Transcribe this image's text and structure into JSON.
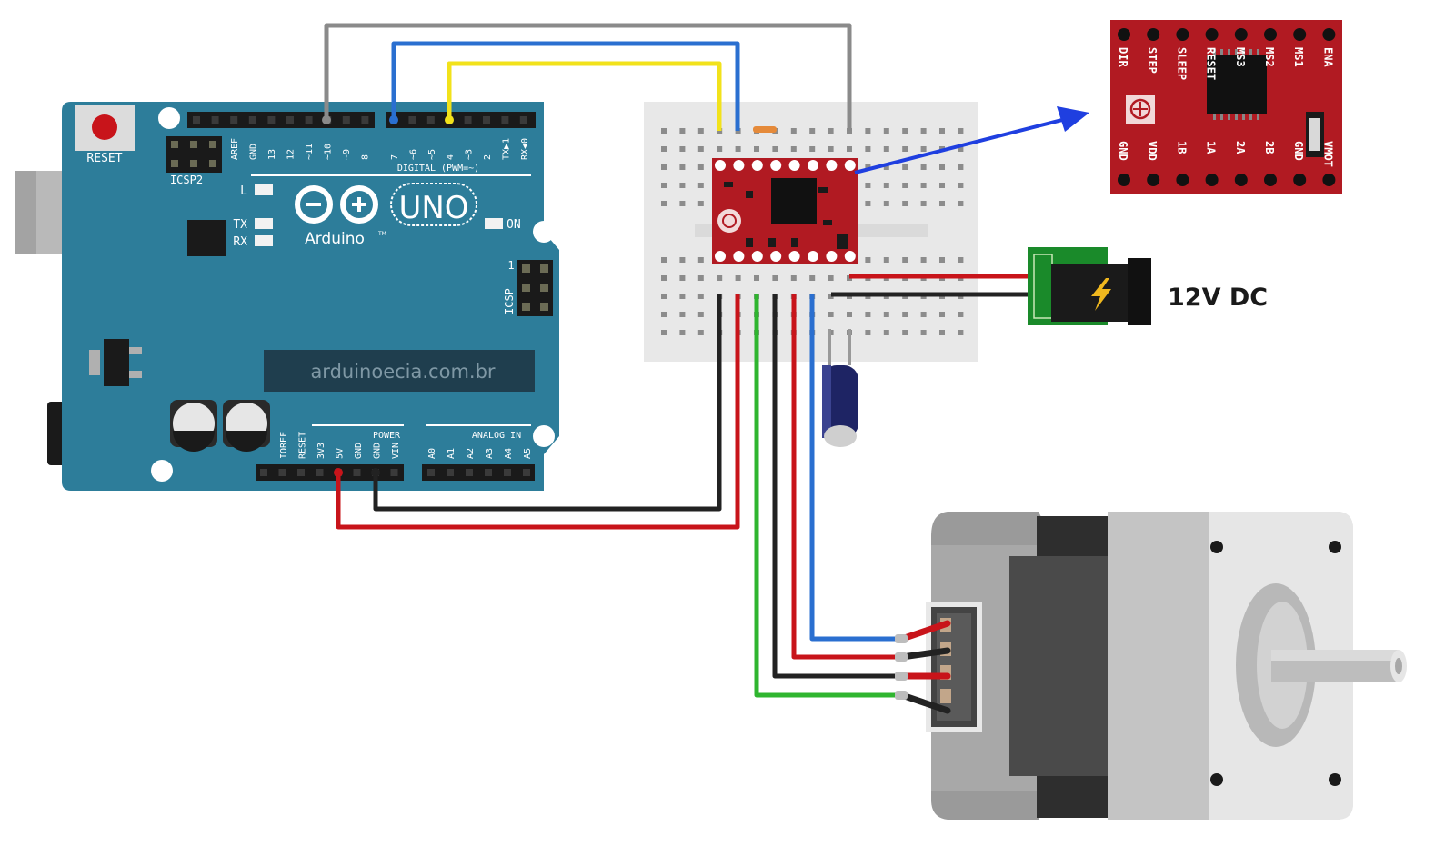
{
  "arduino": {
    "reset_label": "RESET",
    "icsp2_label": "ICSP2",
    "icsp_label": "ICSP",
    "icsp_pin1": "1",
    "led_l": "L",
    "led_tx": "TX",
    "led_rx": "RX",
    "led_on": "ON",
    "uno_label": "UNO",
    "brand": "Arduino",
    "trademark": "TM",
    "website": "arduinoecia.com.br",
    "digital_header": "DIGITAL (PWM=~)",
    "digital_pins": [
      "AREF",
      "GND",
      "13",
      "12",
      "~11",
      "~10",
      "~9",
      "8",
      "7",
      "~6",
      "~5",
      "4",
      "~3",
      "2",
      "TX▶1",
      "RX◀0"
    ],
    "power_header": "POWER",
    "power_pins": [
      "IOREF",
      "RESET",
      "3V3",
      "5V",
      "GND",
      "GND",
      "VIN"
    ],
    "analog_header": "ANALOG IN",
    "analog_pins": [
      "A0",
      "A1",
      "A2",
      "A3",
      "A4",
      "A5"
    ],
    "colors": {
      "board": "#2d7d9a",
      "board_dark": "#1f6580",
      "silk": "#ffffff"
    }
  },
  "driver_module": {
    "top_pins": [
      "DIR",
      "STEP",
      "SLEEP",
      "RESET",
      "MS3",
      "MS2",
      "MS1",
      "ENA"
    ],
    "bottom_pins": [
      "GND",
      "VDD",
      "1B",
      "1A",
      "2A",
      "2B",
      "GND",
      "VMOT"
    ],
    "color": "#b11a22"
  },
  "power_supply": {
    "label": "12V DC",
    "icon": "lightning-bolt-icon"
  },
  "motor": {
    "icon": "stepper-motor-icon"
  },
  "wires": {
    "colors": {
      "gray": "#8a8a8a",
      "blue": "#2a6fd0",
      "yellow": "#f2e21b",
      "red": "#c8141a",
      "black": "#222222",
      "green": "#2fb52f",
      "pointer": "#1f3fe0"
    }
  }
}
